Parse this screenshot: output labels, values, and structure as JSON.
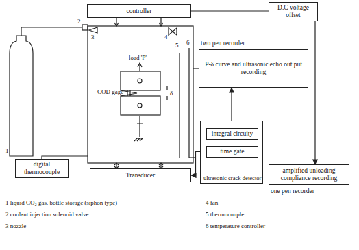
{
  "diagram": {
    "nodes": [
      {
        "text": [
          "controller"
        ]
      },
      {
        "text": [
          "D.C voltage offset"
        ]
      },
      {
        "text": [
          "two pen recorder",
          "P-δ curve and ultrasonic echo out put recording"
        ]
      },
      {
        "text": [
          "digital thermocouple"
        ]
      },
      {
        "text": [
          "Transducer"
        ]
      },
      {
        "text": [
          "ultrasonic crack detector"
        ]
      },
      {
        "text": [
          "integral circuity"
        ],
        "in": 5
      },
      {
        "text": [
          "time gate"
        ],
        "in": 5
      },
      {
        "text": [
          "amplified unloading compliance recording",
          "one pen recorder"
        ]
      }
    ],
    "edges": [
      {
        "from": 0,
        "to": 1,
        "arrow": "none"
      },
      {
        "from": 1,
        "to": 8,
        "arrow": "to"
      },
      {
        "from": 4,
        "to": 7,
        "arrow": "both"
      },
      {
        "from": 7,
        "to": 6,
        "arrow": "to"
      },
      {
        "from": 5,
        "to": 2,
        "arrow": "to"
      }
    ],
    "labels": [
      "2",
      "3",
      "4",
      "5",
      "6",
      "1",
      "load 'P'",
      "COD gage",
      "δ",
      "1 liquid CO₂ gas. bottle storage (siphon type)",
      "2 coolant injection solenoid valve",
      "3 nozzle",
      "4 fan",
      "5 thermocouple",
      "6 temperature controller"
    ]
  }
}
